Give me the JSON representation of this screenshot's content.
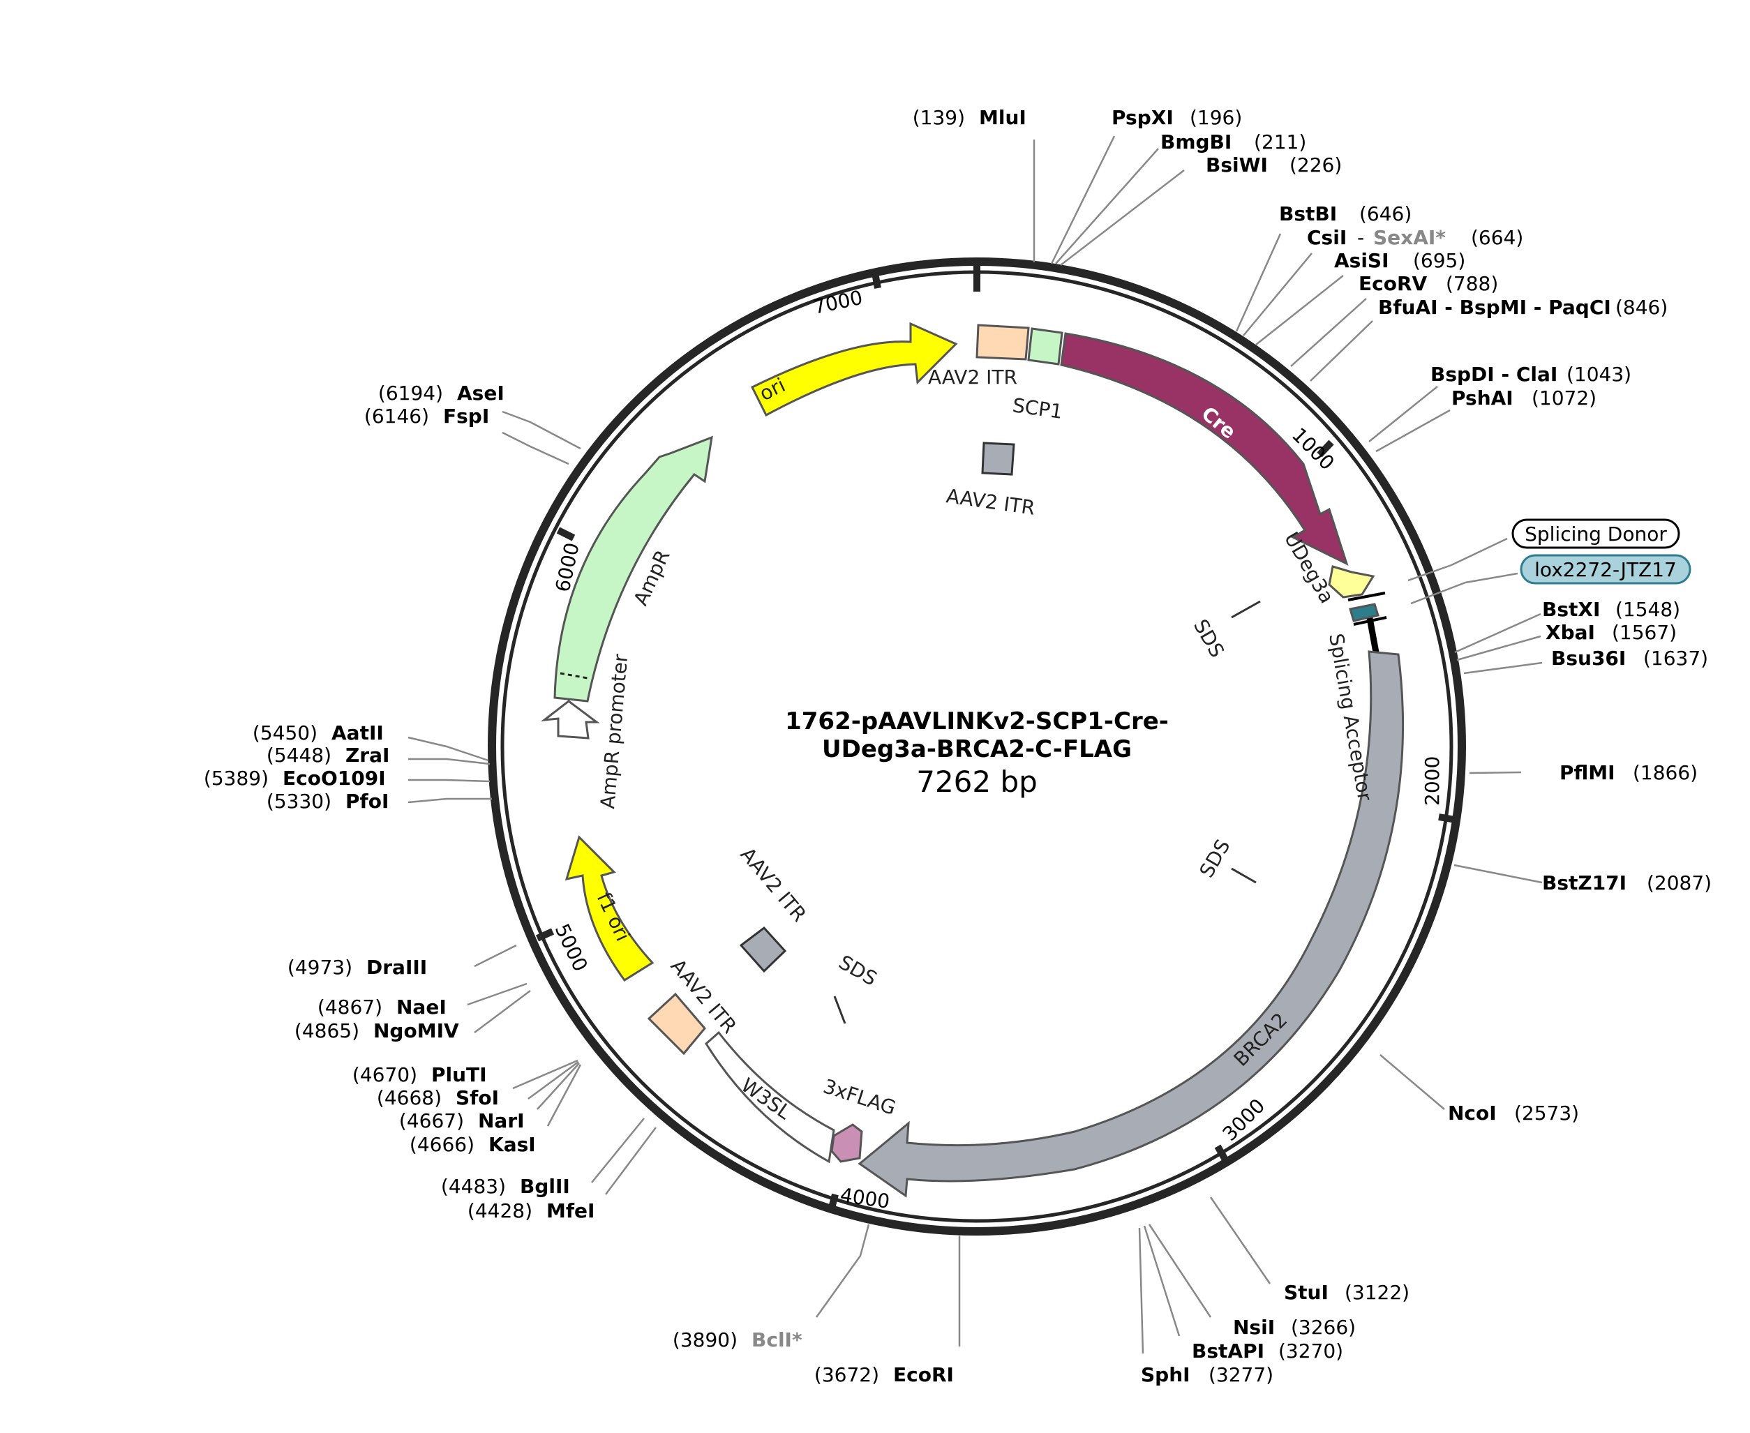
{
  "plasmid": {
    "name_line1": "1762-pAAVLINKv2-SCP1-Cre-",
    "name_line2": "UDeg3a-BRCA2-C-FLAG",
    "size_label": "7262 bp",
    "length_bp": 7262
  },
  "ticks": [
    "1000",
    "2000",
    "3000",
    "4000",
    "5000",
    "6000",
    "7000"
  ],
  "features": [
    {
      "name": "ori",
      "color": "#ffff00"
    },
    {
      "name": "AAV2 ITR",
      "color": "#ffd9b3"
    },
    {
      "name": "SCP1",
      "color": "#c6f5c6"
    },
    {
      "name": "Cre",
      "color": "#993366"
    },
    {
      "name": "UDeg3a",
      "color": "#ffff99"
    },
    {
      "name": "Splicing Acceptor",
      "color": "#000000"
    },
    {
      "name": "BRCA2",
      "color": "#a8adb5"
    },
    {
      "name": "3xFLAG",
      "color": "#c98fb4"
    },
    {
      "name": "W3SL",
      "color": "#ffffff"
    },
    {
      "name": "AAV2 ITR",
      "color": "#ffd9b3"
    },
    {
      "name": "f1 ori",
      "color": "#ffff00"
    },
    {
      "name": "AmpR promoter",
      "color": "#ffffff"
    },
    {
      "name": "AmpR",
      "color": "#c6f5c6"
    }
  ],
  "inner_labels": [
    "AAV2 ITR",
    "AAV2 ITR",
    "SDS",
    "SDS",
    "SDS"
  ],
  "boxed_labels": [
    {
      "text": "Splicing Donor",
      "fill": "#ffffff",
      "stroke": "#000000"
    },
    {
      "text": "lox2272-JTZ17",
      "fill": "#a9d2dc",
      "stroke": "#2e7d8c"
    }
  ],
  "sites": [
    {
      "names": "MluI",
      "pos": "(139)"
    },
    {
      "names": "PspXI",
      "pos": "(196)"
    },
    {
      "names": "BmgBI",
      "pos": "(211)"
    },
    {
      "names": "BsiWI",
      "pos": "(226)"
    },
    {
      "names": "BstBI",
      "pos": "(646)"
    },
    {
      "names": "CsiI",
      "names2": "SexAI*",
      "pos": "(664)"
    },
    {
      "names": "AsiSI",
      "pos": "(695)"
    },
    {
      "names": "EcoRV",
      "pos": "(788)"
    },
    {
      "names": "BfuAI - BspMI - PaqCI",
      "pos": "(846)"
    },
    {
      "names": "BspDI - ClaI",
      "pos": "(1043)"
    },
    {
      "names": "PshAI",
      "pos": "(1072)"
    },
    {
      "names": "BstXI",
      "pos": "(1548)"
    },
    {
      "names": "XbaI",
      "pos": "(1567)"
    },
    {
      "names": "Bsu36I",
      "pos": "(1637)"
    },
    {
      "names": "PflMI",
      "pos": "(1866)"
    },
    {
      "names": "BstZ17I",
      "pos": "(2087)"
    },
    {
      "names": "NcoI",
      "pos": "(2573)"
    },
    {
      "names": "StuI",
      "pos": "(3122)"
    },
    {
      "names": "NsiI",
      "pos": "(3266)"
    },
    {
      "names": "BstAPI",
      "pos": "(3270)"
    },
    {
      "names": "SphI",
      "pos": "(3277)"
    },
    {
      "names": "EcoRI",
      "pos": "(3672)"
    },
    {
      "names": "BclI*",
      "pos": "(3890)"
    },
    {
      "names": "MfeI",
      "pos": "(4428)"
    },
    {
      "names": "BglII",
      "pos": "(4483)"
    },
    {
      "names": "KasI",
      "pos": "(4666)"
    },
    {
      "names": "NarI",
      "pos": "(4667)"
    },
    {
      "names": "SfoI",
      "pos": "(4668)"
    },
    {
      "names": "PluTI",
      "pos": "(4670)"
    },
    {
      "names": "NgoMIV",
      "pos": "(4865)"
    },
    {
      "names": "NaeI",
      "pos": "(4867)"
    },
    {
      "names": "DraIII",
      "pos": "(4973)"
    },
    {
      "names": "PfoI",
      "pos": "(5330)"
    },
    {
      "names": "EcoO109I",
      "pos": "(5389)"
    },
    {
      "names": "ZraI",
      "pos": "(5448)"
    },
    {
      "names": "AatII",
      "pos": "(5450)"
    },
    {
      "names": "FspI",
      "pos": "(6146)"
    },
    {
      "names": "AseI",
      "pos": "(6194)"
    }
  ]
}
